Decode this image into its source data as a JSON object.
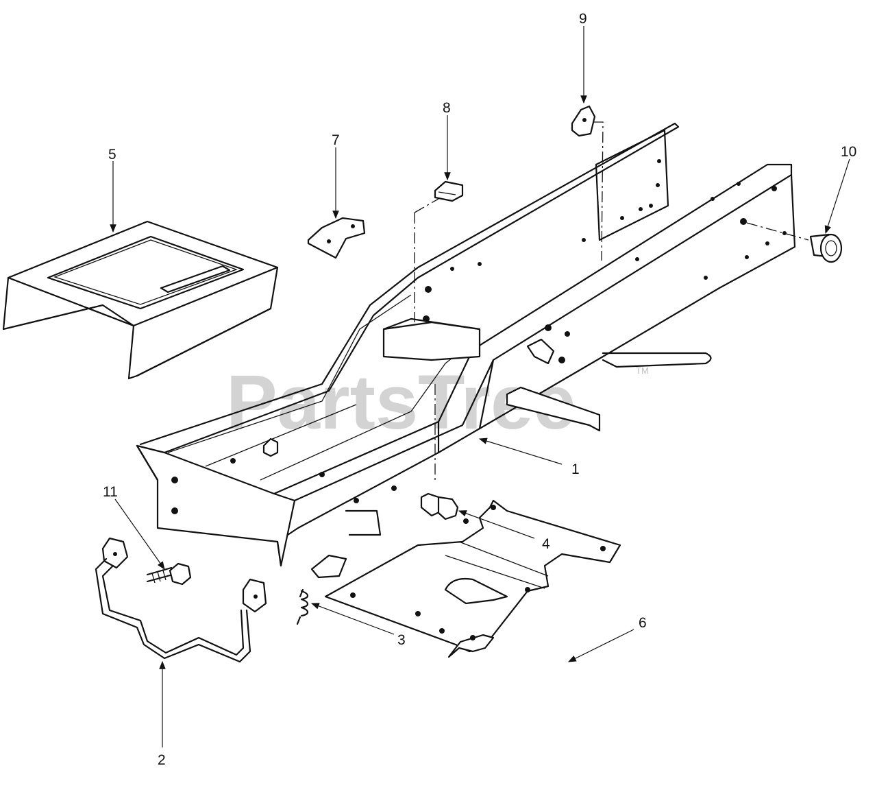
{
  "watermark": {
    "text": "PartsTree",
    "trademark": "TM"
  },
  "callouts": [
    {
      "id": "1",
      "label": "1"
    },
    {
      "id": "2",
      "label": "2"
    },
    {
      "id": "3",
      "label": "3"
    },
    {
      "id": "4",
      "label": "4"
    },
    {
      "id": "5",
      "label": "5"
    },
    {
      "id": "6",
      "label": "6"
    },
    {
      "id": "7",
      "label": "7"
    },
    {
      "id": "8",
      "label": "8"
    },
    {
      "id": "9",
      "label": "9"
    },
    {
      "id": "10",
      "label": "10"
    },
    {
      "id": "11",
      "label": "11"
    }
  ]
}
